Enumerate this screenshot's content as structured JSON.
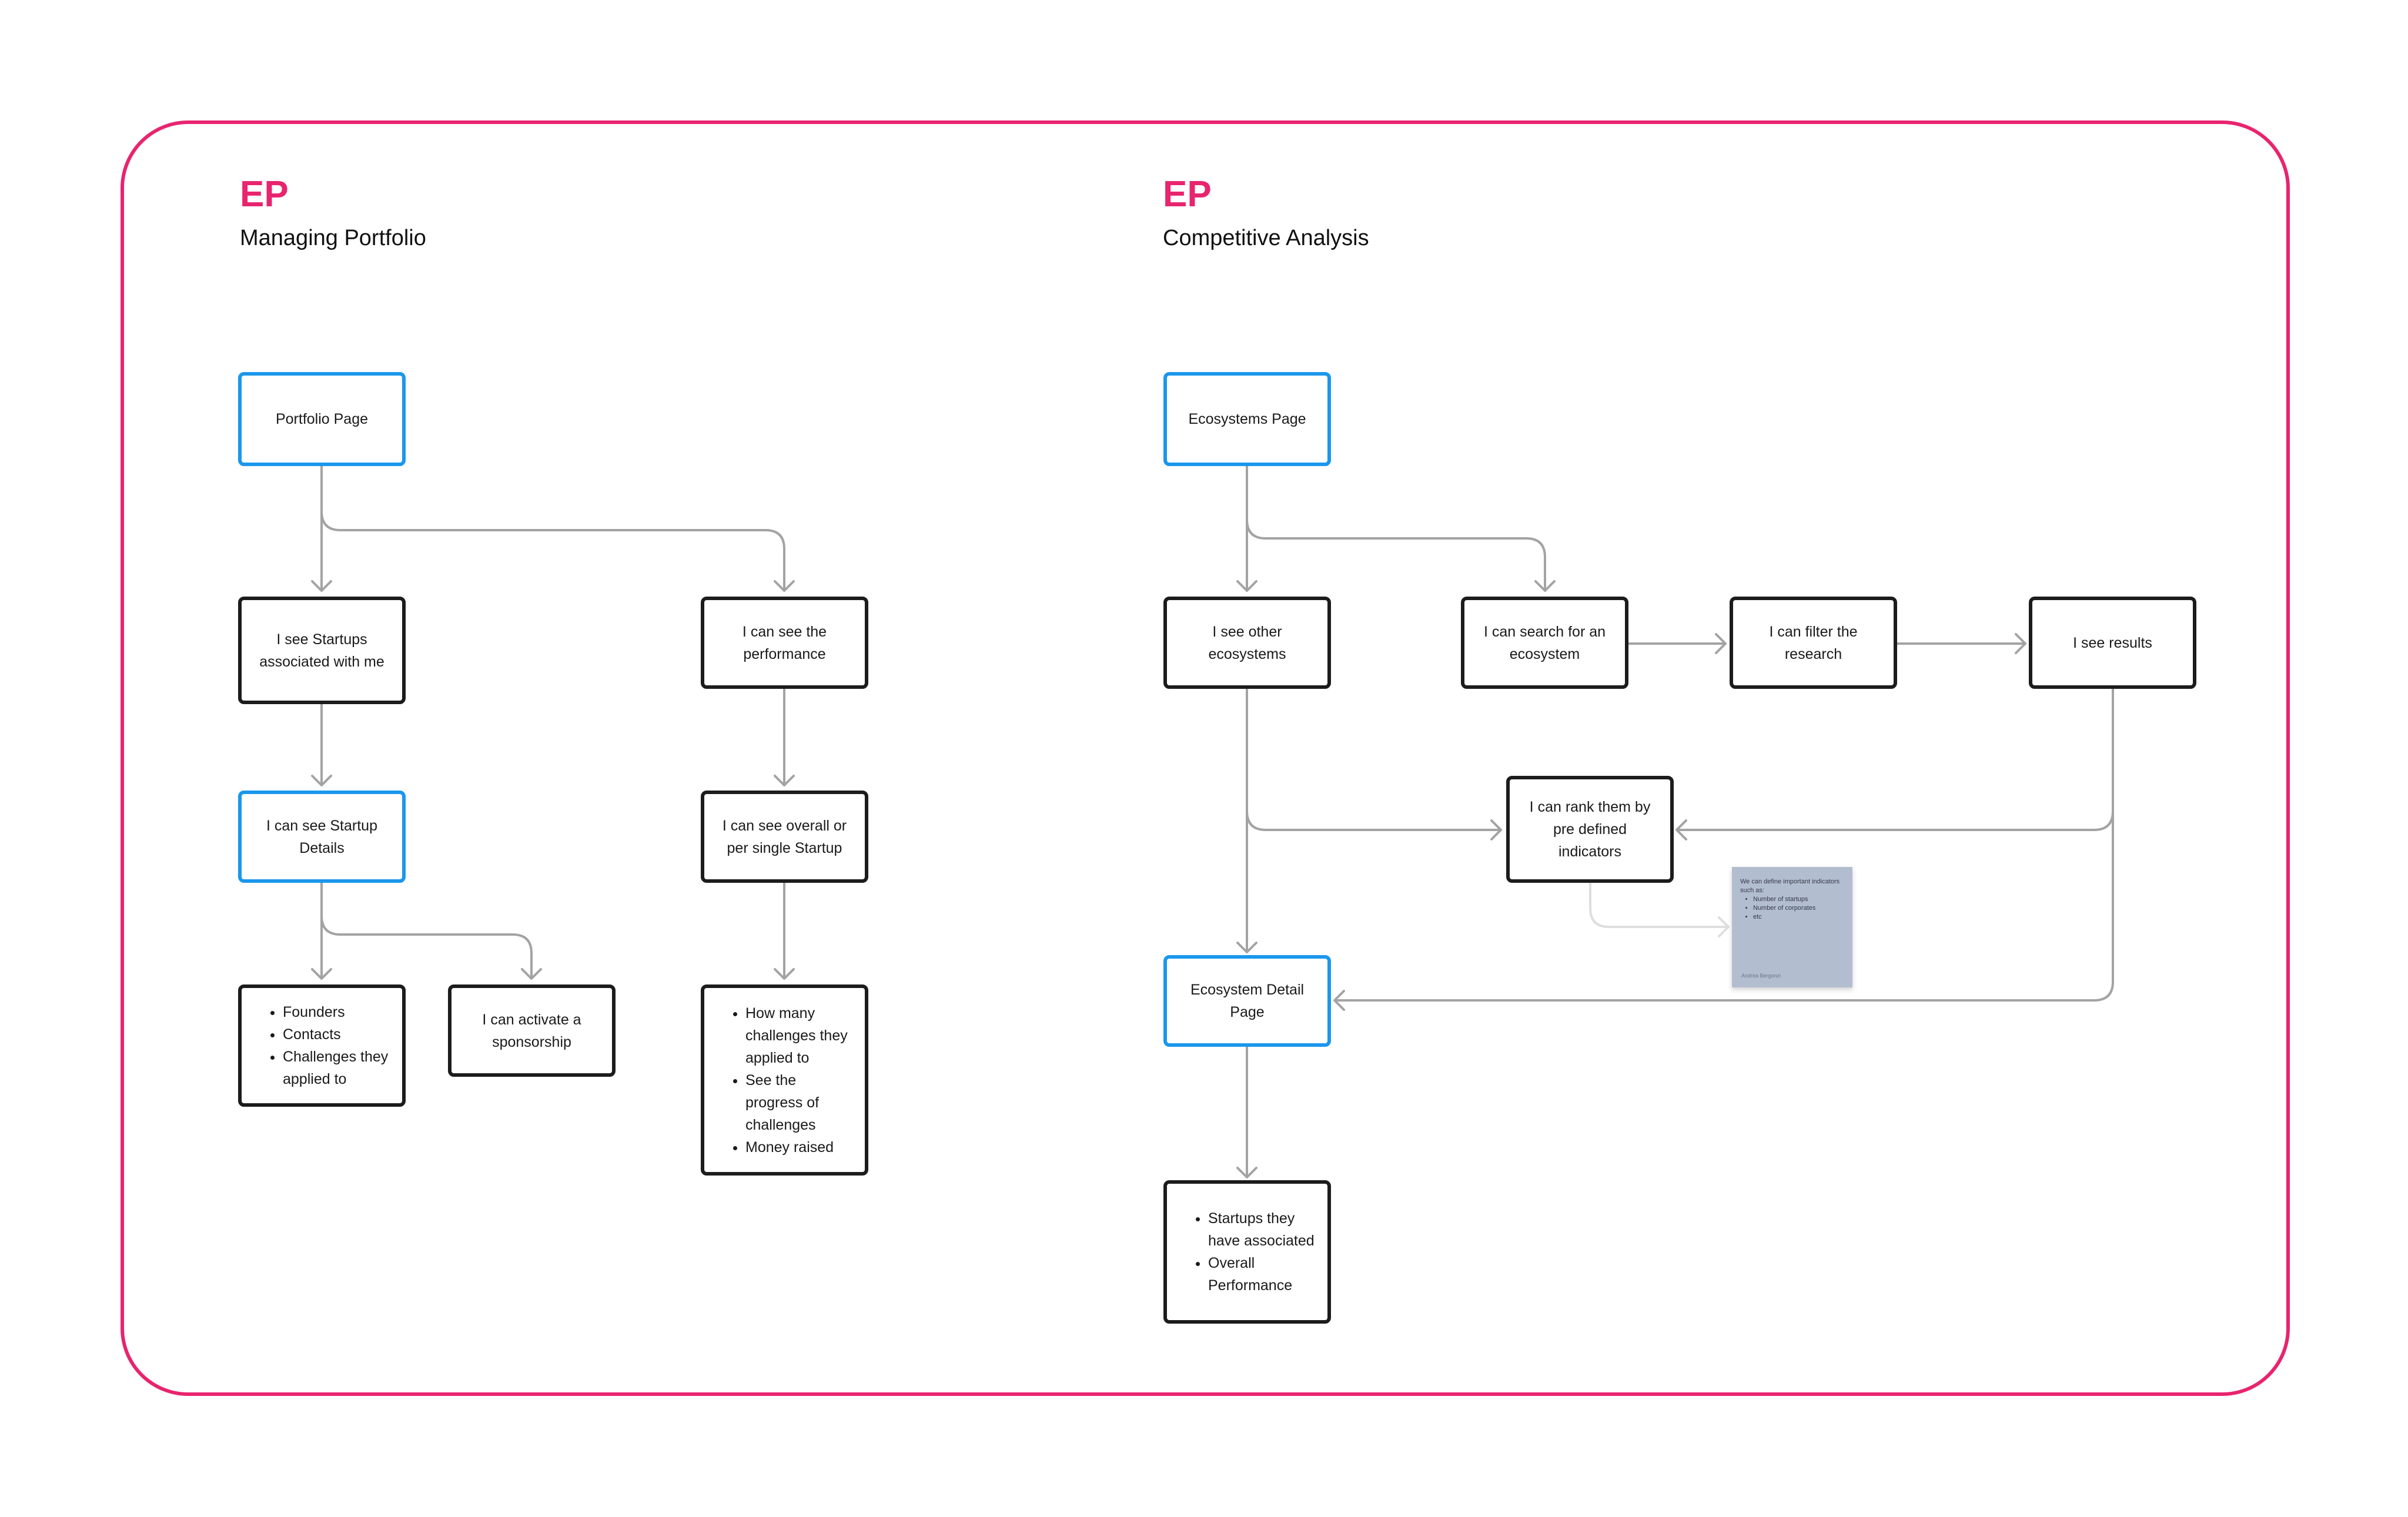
{
  "colors": {
    "accent": "#e8246f",
    "node_border": "#1c1c1c",
    "highlight_border": "#1a97ec",
    "connector": "#a3a3a3",
    "sticky": "#b3bdd0"
  },
  "sections": [
    {
      "code": "EP",
      "title": "Managing Portfolio"
    },
    {
      "code": "EP",
      "title": "Competitive Analysis"
    }
  ],
  "portfolio": {
    "portfolio_page": "Portfolio Page",
    "startups_associated": "I see Startups associated with me",
    "see_performance": "I can see the performance",
    "startup_details": "I can see Startup Details",
    "overall_or_single": "I can see overall or per single Startup",
    "details_items": [
      "Founders",
      "Contacts",
      "Challenges they applied to"
    ],
    "activate_sponsorship": "I can activate a sponsorship",
    "performance_items": [
      "How many challenges they applied to",
      "See the progress of challenges",
      "Money raised"
    ]
  },
  "competitive": {
    "ecosystems_page": "Ecosystems Page",
    "other_ecosystems": "I see other ecosystems",
    "search_ecosystem": "I can search for an ecosystem",
    "filter_research": "I can filter the research",
    "see_results": "I see results",
    "rank_indicators": "I can rank them by pre defined indicators",
    "ecosystem_detail": "Ecosystem Detail Page",
    "detail_items": [
      "Startups they have associated",
      "Overall Performance"
    ]
  },
  "sticky_note": {
    "text": "We can define important indicators such as:",
    "items": [
      "Number of startups",
      "Number of corporates",
      "etc"
    ],
    "author": "Andrea Bergonzi"
  }
}
